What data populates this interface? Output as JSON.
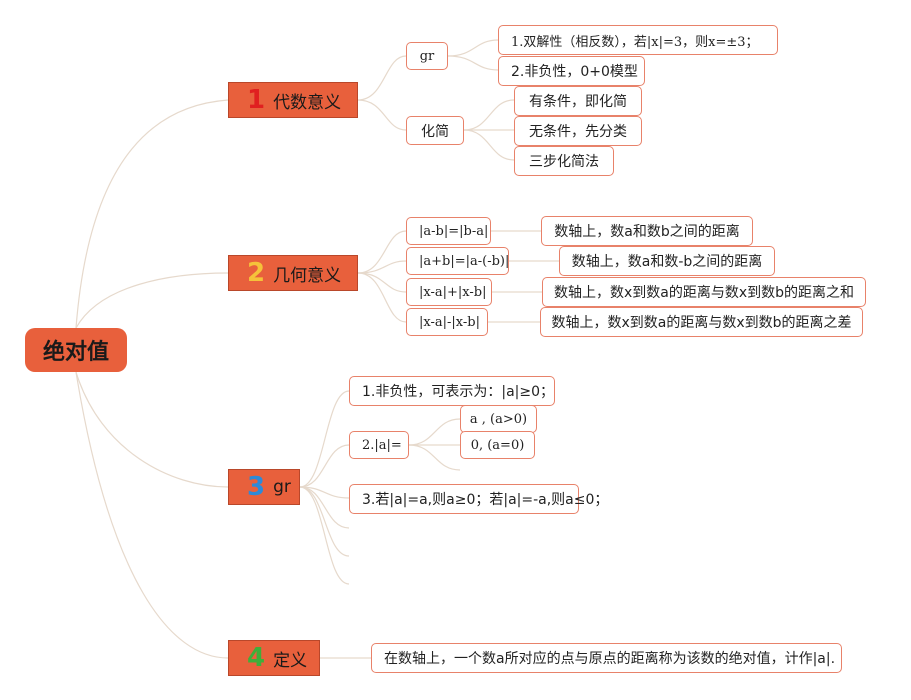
{
  "root": {
    "label": "绝对值"
  },
  "branches": [
    {
      "num": "1",
      "num_color": "#e02020",
      "label": "代数意义",
      "children": [
        {
          "label": "gr",
          "children": [
            {
              "label": "1.双解性（相反数），若|x|=3，则x=±3；"
            },
            {
              "label": "2.非负性，0+0模型"
            }
          ]
        },
        {
          "label": "化简",
          "children": [
            {
              "label": "有条件，即化简"
            },
            {
              "label": "无条件，先分类"
            },
            {
              "label": "三步化简法"
            }
          ]
        }
      ]
    },
    {
      "num": "2",
      "num_color": "#f5c23a",
      "label": "几何意义",
      "children": [
        {
          "label": "|a-b|=|b-a|",
          "note": "数轴上，数a和数b之间的距离"
        },
        {
          "label": "|a+b|=|a-(-b)|",
          "note": "数轴上，数a和数-b之间的距离"
        },
        {
          "label": "|x-a|+|x-b|",
          "note": "数轴上，数x到数a的距离与数x到数b的距离之和"
        },
        {
          "label": "|x-a|-|x-b|",
          "note": "数轴上，数x到数a的距离与数x到数b的距离之差"
        }
      ]
    },
    {
      "num": "3",
      "num_color": "#2e8ad8",
      "label": "gr",
      "children": [
        {
          "label": "1.非负性，可表示为：|a|≥0；"
        },
        {
          "label": "2.|a|=",
          "children": [
            {
              "label": "a , (a>0)"
            },
            {
              "label": "0, (a=0)"
            }
          ]
        },
        {
          "label": "3.若|a|=a,则a≥0；若|a|=-a,则a≤0；"
        }
      ]
    },
    {
      "num": "4",
      "num_color": "#3fae3a",
      "label": "定义",
      "children": [
        {
          "label": "在数轴上，一个数a所对应的点与原点的距离称为该数的绝对值，计作|a|."
        }
      ]
    }
  ],
  "colors": {
    "branch_fill": "#e8603c",
    "box_border": "#e8826a",
    "connector": "#e8d8c8"
  }
}
